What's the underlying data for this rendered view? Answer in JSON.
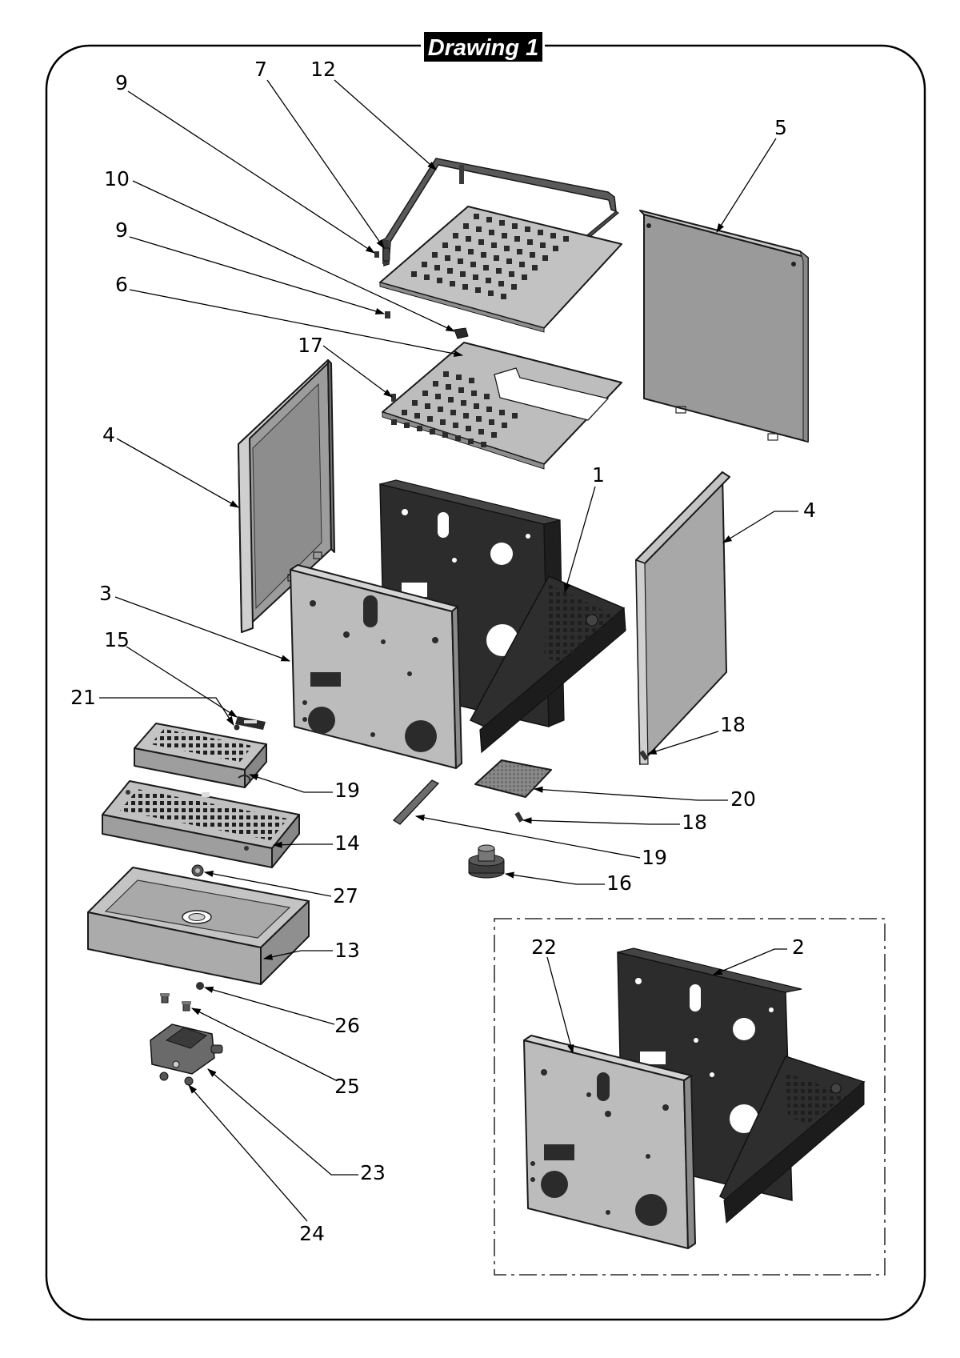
{
  "title": "Drawing 1",
  "callouts": [
    "9",
    "7",
    "12",
    "5",
    "10",
    "9",
    "6",
    "17",
    "4",
    "1",
    "4",
    "3",
    "15",
    "21",
    "18",
    "19",
    "20",
    "14",
    "18",
    "19",
    "27",
    "16",
    "13",
    "22",
    "2",
    "26",
    "25",
    "23",
    "24"
  ]
}
